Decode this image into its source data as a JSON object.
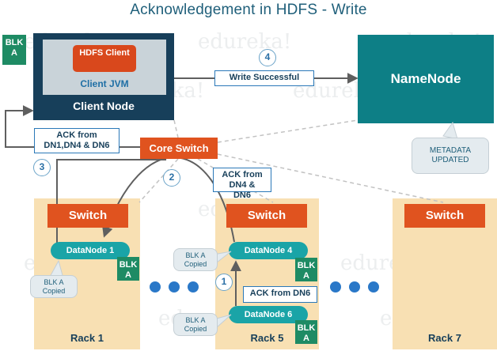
{
  "title": "Acknowledgement in HDFS - Write",
  "watermark": "edureka!",
  "client": {
    "blk_label": "BLK A",
    "hdfs_client": "HDFS Client",
    "jvm": "Client JVM",
    "node": "Client Node"
  },
  "namenode": {
    "label": "NameNode",
    "metadata": "METADATA UPDATED"
  },
  "core_switch": "Core Switch",
  "steps": {
    "one": "1",
    "two": "2",
    "three": "3",
    "four": "4"
  },
  "messages": {
    "write_successful": "Write Successful",
    "ack_client": "ACK from DN1,DN4 & DN6",
    "ack_dn4_dn6": "ACK from DN4 & DN6",
    "ack_dn6": "ACK from DN6"
  },
  "racks": [
    {
      "label": "Rack 1",
      "switch": "Switch"
    },
    {
      "label": "Rack 5",
      "switch": "Switch"
    },
    {
      "label": "Rack 7",
      "switch": "Switch"
    }
  ],
  "datanodes": {
    "dn1": "DataNode 1",
    "dn4": "DataNode 4",
    "dn6": "DataNode 6"
  },
  "blk_label": "BLK A",
  "copied_label": "BLK A Copied",
  "colors": {
    "client_node": "#173f5a",
    "namenode": "#0d7f86",
    "switch": "#e0531f",
    "datanode": "#1aa4a7",
    "rack": "#f8e0b3",
    "block": "#1e8b64",
    "arrow": "#6b6b6b",
    "dots": "#2a78c8"
  }
}
